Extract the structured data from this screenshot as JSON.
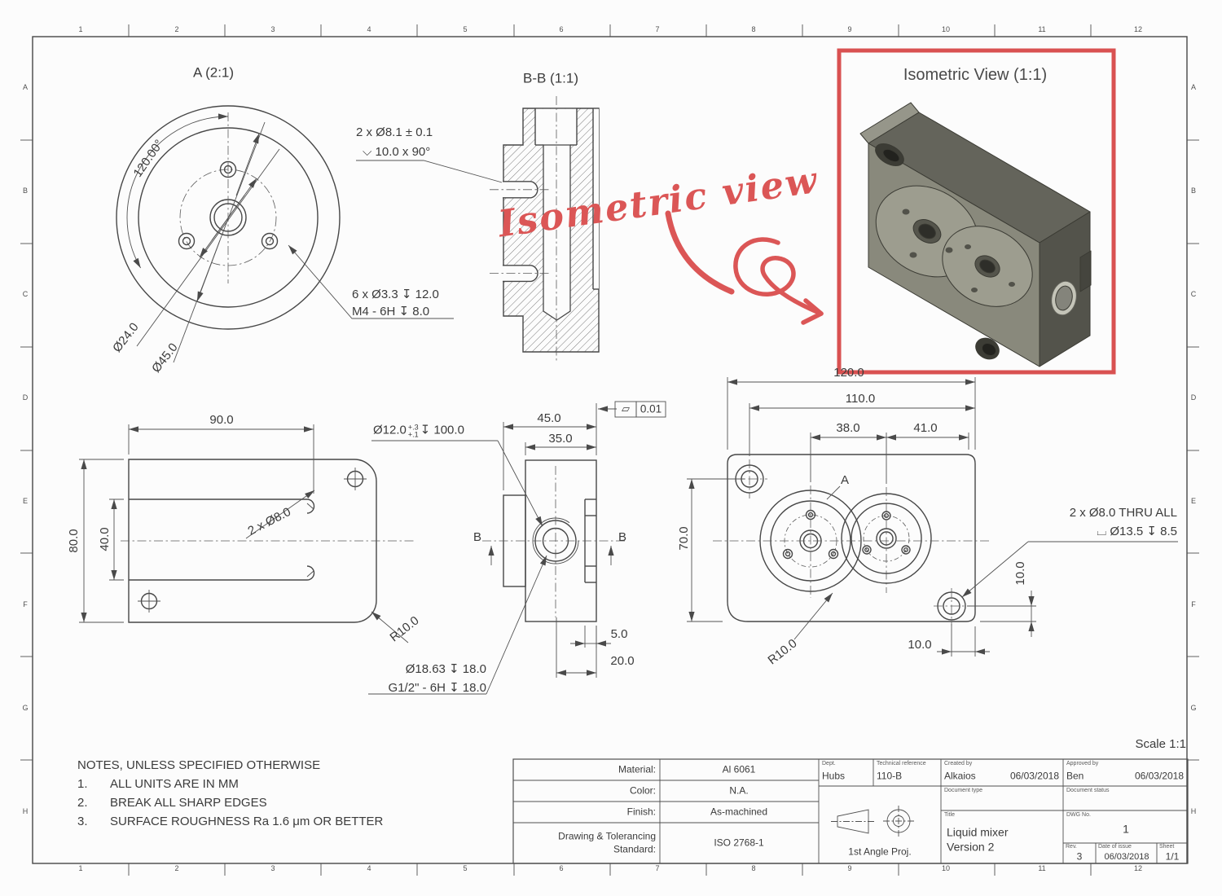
{
  "grid": {
    "cols": [
      "1",
      "2",
      "3",
      "4",
      "5",
      "6",
      "7",
      "8",
      "9",
      "10",
      "11",
      "12"
    ],
    "rows": [
      "A",
      "B",
      "C",
      "D",
      "E",
      "F",
      "G",
      "H"
    ]
  },
  "detail_a": {
    "title": "A (2:1)",
    "angle": "120.00°",
    "dia_bolt": "Ø24.0",
    "dia_boss": "Ø45.0",
    "cs1": "2 x Ø8.1 ± 0.1",
    "cs2": "⌵ 10.0 x 90°",
    "tap1": "6 x Ø3.3 ↧ 12.0",
    "tap2": "M4 - 6H ↧ 8.0"
  },
  "section_bb": {
    "title": "B-B (1:1)",
    "label": "B"
  },
  "isometric": {
    "title": "Isometric View (1:1)",
    "annotation": "Isometric view"
  },
  "front": {
    "width": "90.0",
    "height": "80.0",
    "slot": "40.0",
    "holes": "2 x Ø8.0",
    "fillet": "R10.0",
    "bore_dia": "Ø12.0",
    "bore_tol_hi": "+.3",
    "bore_tol_lo": "+.1",
    "bore_depth": "↧ 100.0"
  },
  "side": {
    "width": "45.0",
    "width2": "35.0",
    "flatness_sym": "▱",
    "flatness": "0.01",
    "step": "5.0",
    "depth": "20.0",
    "port1": "Ø18.63 ↧ 18.0",
    "port2": "G1/2\" - 6H ↧ 18.0"
  },
  "top": {
    "w": "120.0",
    "w2": "110.0",
    "c1": "38.0",
    "c2": "41.0",
    "h": "70.0",
    "detail": "A",
    "holes1": "2 x Ø8.0 THRU ALL",
    "holes2": "⌴ Ø13.5 ↧ 8.5",
    "off_v": "10.0",
    "off_h": "10.0",
    "fillet": "R10.0"
  },
  "notes": {
    "title": "NOTES, UNLESS SPECIFIED OTHERWISE",
    "items": [
      {
        "num": "1.",
        "text": "ALL UNITS ARE IN MM"
      },
      {
        "num": "2.",
        "text": "BREAK ALL SHARP EDGES"
      },
      {
        "num": "3.",
        "text": "SURFACE ROUGHNESS Ra 1.6 μm OR BETTER"
      }
    ]
  },
  "scale_label": "Scale 1:1",
  "title_block": {
    "material_label": "Material:",
    "material": "Al 6061",
    "color_label": "Color:",
    "color": "N.A.",
    "finish_label": "Finish:",
    "finish": "As-machined",
    "standard_label1": "Drawing & Tolerancing",
    "standard_label2": "Standard:",
    "standard": "ISO 2768-1",
    "dept_label": "Dept.",
    "dept": "Hubs",
    "techref_label": "Technical reference",
    "techref": "110-B",
    "created_label": "Created by",
    "created_name": "Alkaios",
    "created_date": "06/03/2018",
    "approved_label": "Approved by",
    "approved_name": "Ben",
    "approved_date": "06/03/2018",
    "doctype_label": "Document type",
    "docstatus_label": "Document status",
    "title_label": "Title",
    "title1": "Liquid mixer",
    "title2": "Version 2",
    "dwg_label": "DWG No.",
    "dwg": "1",
    "rev_label": "Rev.",
    "rev": "3",
    "date_label": "Date of issue",
    "date": "06/03/2018",
    "sheet_label": "Sheet",
    "sheet": "1/1",
    "projection": "1st Angle Proj."
  },
  "colors": {
    "red": "#db5656",
    "line": "#4a4a4a"
  }
}
